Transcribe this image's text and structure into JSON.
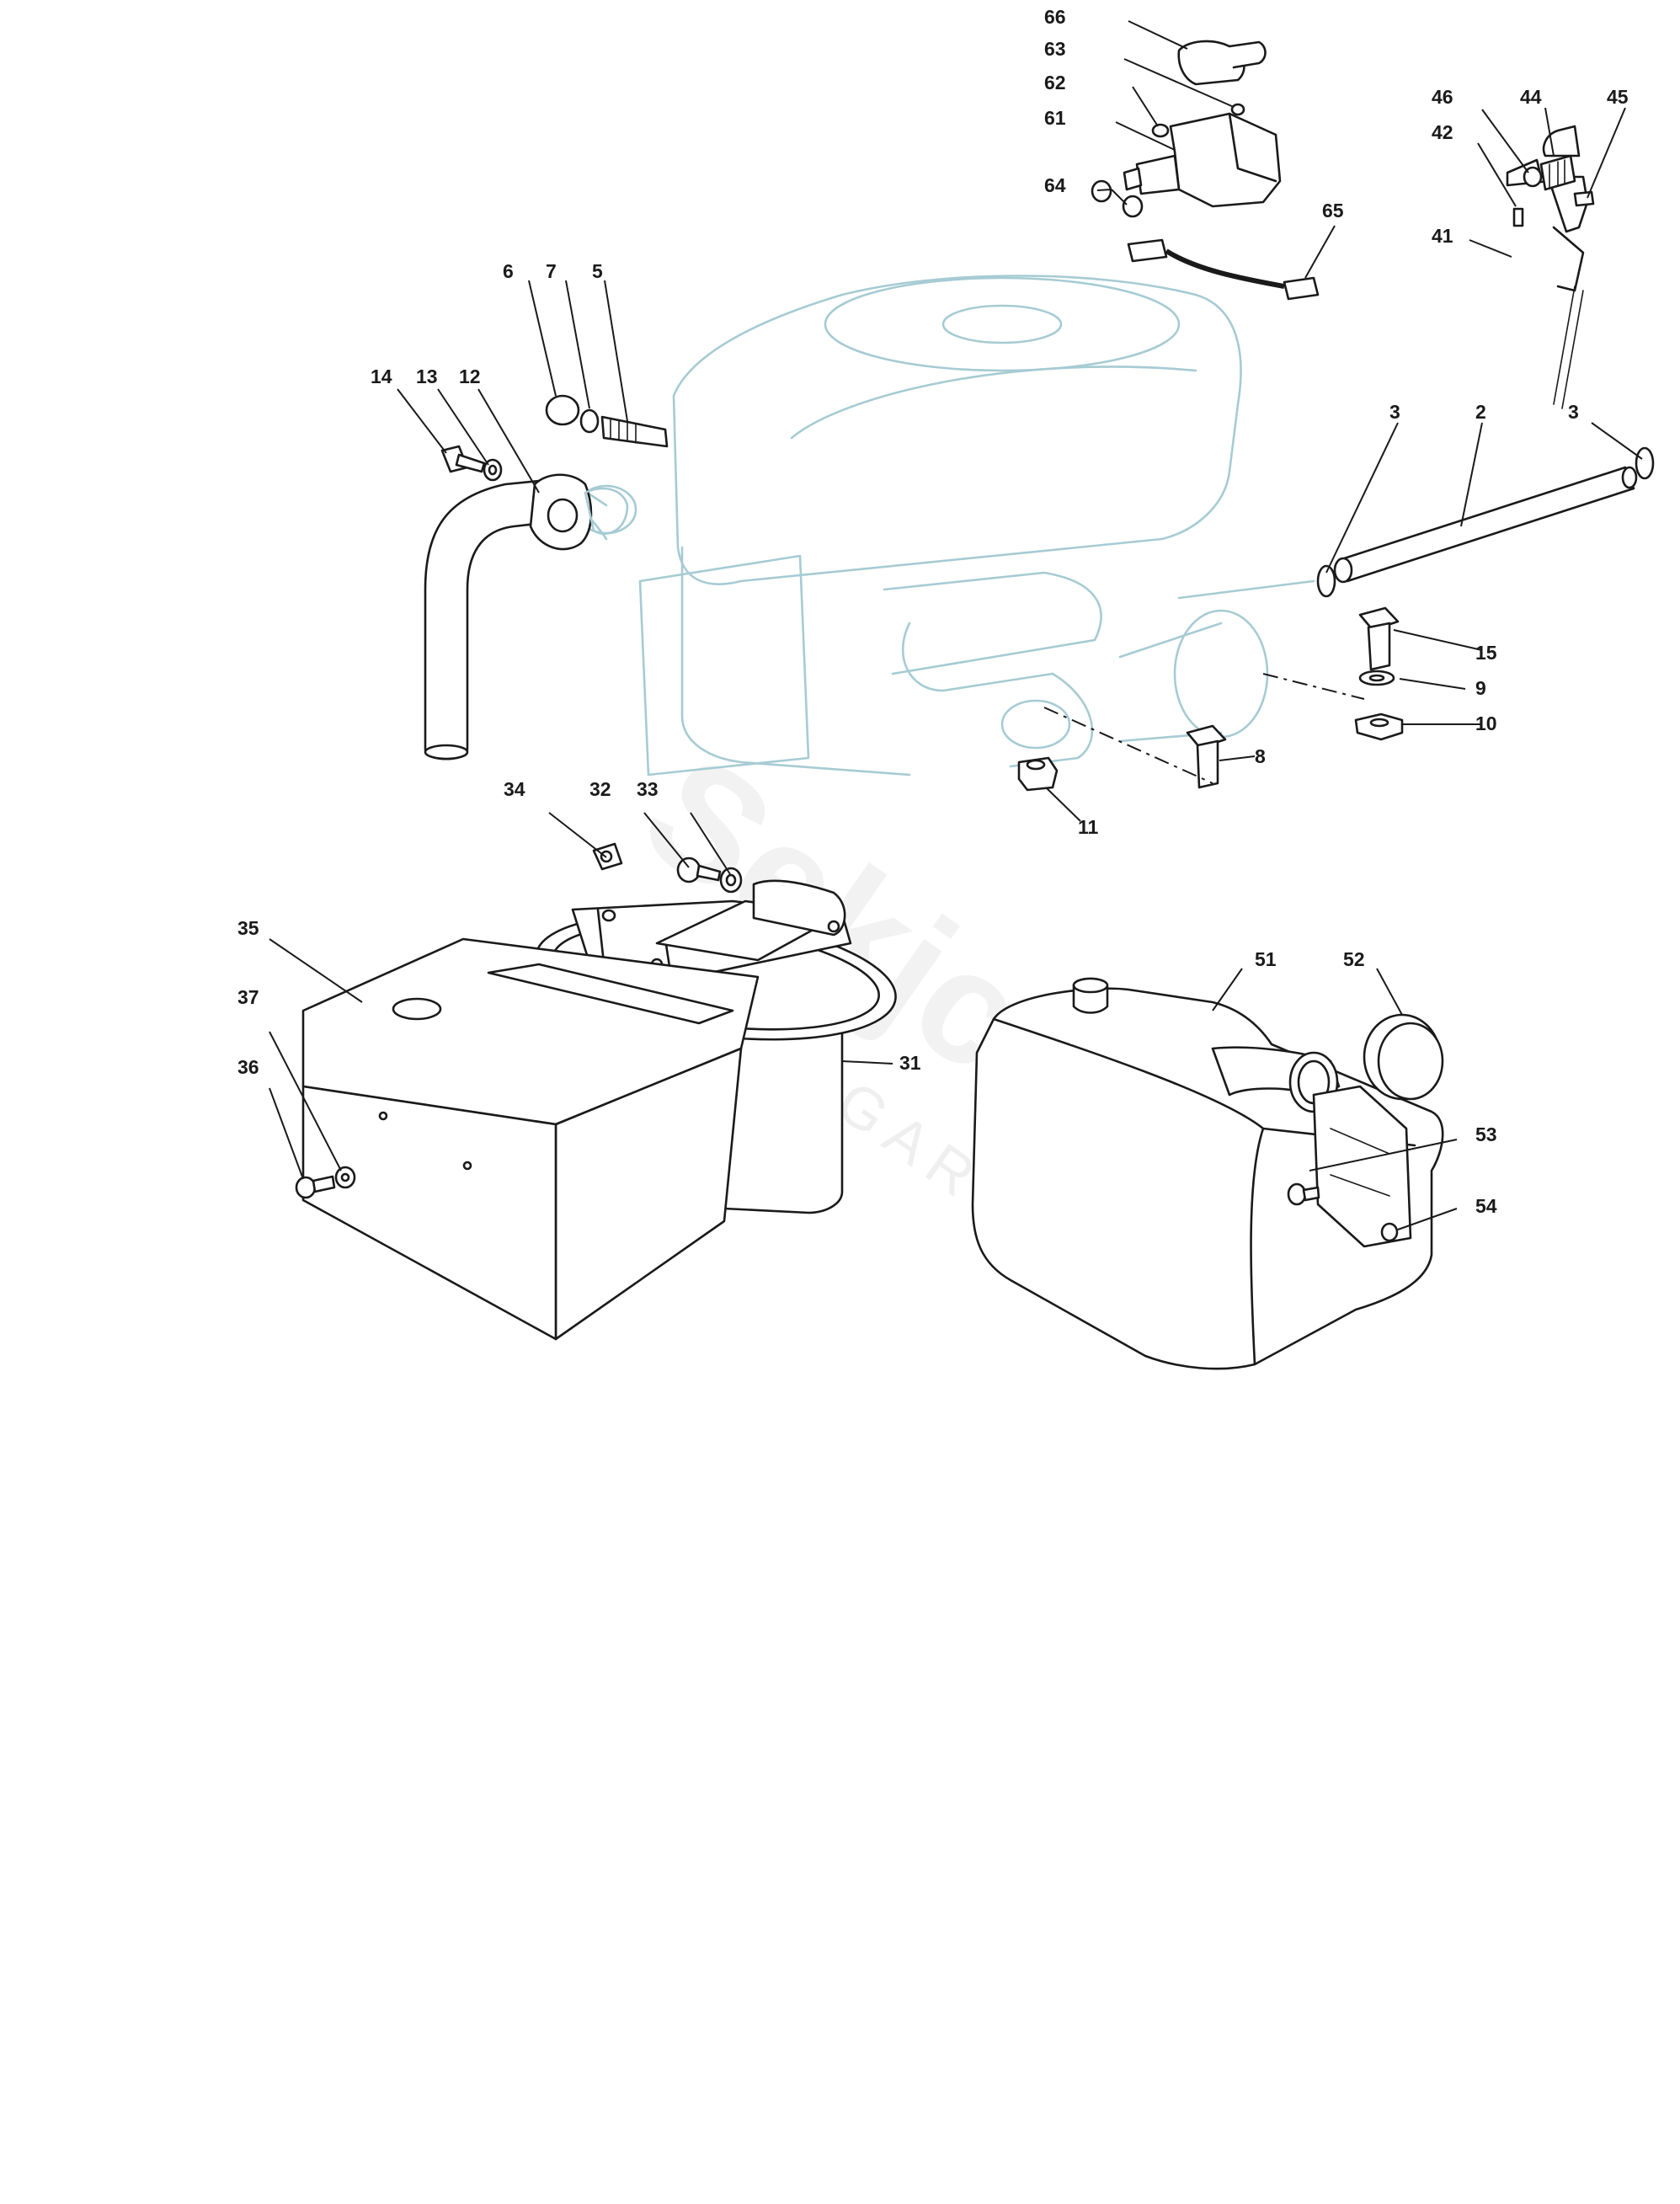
{
  "watermark": {
    "brand": "Sekjcek",
    "sub": "GARDEN"
  },
  "callouts": [
    {
      "id": "66",
      "label": "66"
    },
    {
      "id": "63",
      "label": "63"
    },
    {
      "id": "62",
      "label": "62"
    },
    {
      "id": "61",
      "label": "61"
    },
    {
      "id": "64",
      "label": "64"
    },
    {
      "id": "65",
      "label": "65"
    },
    {
      "id": "46",
      "label": "46"
    },
    {
      "id": "44",
      "label": "44"
    },
    {
      "id": "45",
      "label": "45"
    },
    {
      "id": "42",
      "label": "42"
    },
    {
      "id": "41",
      "label": "41"
    },
    {
      "id": "6",
      "label": "6"
    },
    {
      "id": "7",
      "label": "7"
    },
    {
      "id": "5",
      "label": "5"
    },
    {
      "id": "14",
      "label": "14"
    },
    {
      "id": "13",
      "label": "13"
    },
    {
      "id": "12",
      "label": "12"
    },
    {
      "id": "3a",
      "label": "3"
    },
    {
      "id": "2",
      "label": "2"
    },
    {
      "id": "3b",
      "label": "3"
    },
    {
      "id": "15",
      "label": "15"
    },
    {
      "id": "9",
      "label": "9"
    },
    {
      "id": "10",
      "label": "10"
    },
    {
      "id": "8",
      "label": "8"
    },
    {
      "id": "11",
      "label": "11"
    },
    {
      "id": "34",
      "label": "34"
    },
    {
      "id": "32",
      "label": "32"
    },
    {
      "id": "33",
      "label": "33"
    },
    {
      "id": "35",
      "label": "35"
    },
    {
      "id": "37",
      "label": "37"
    },
    {
      "id": "36",
      "label": "36"
    },
    {
      "id": "31",
      "label": "31"
    },
    {
      "id": "51",
      "label": "51"
    },
    {
      "id": "52",
      "label": "52"
    },
    {
      "id": "53",
      "label": "53"
    },
    {
      "id": "54",
      "label": "54"
    }
  ]
}
